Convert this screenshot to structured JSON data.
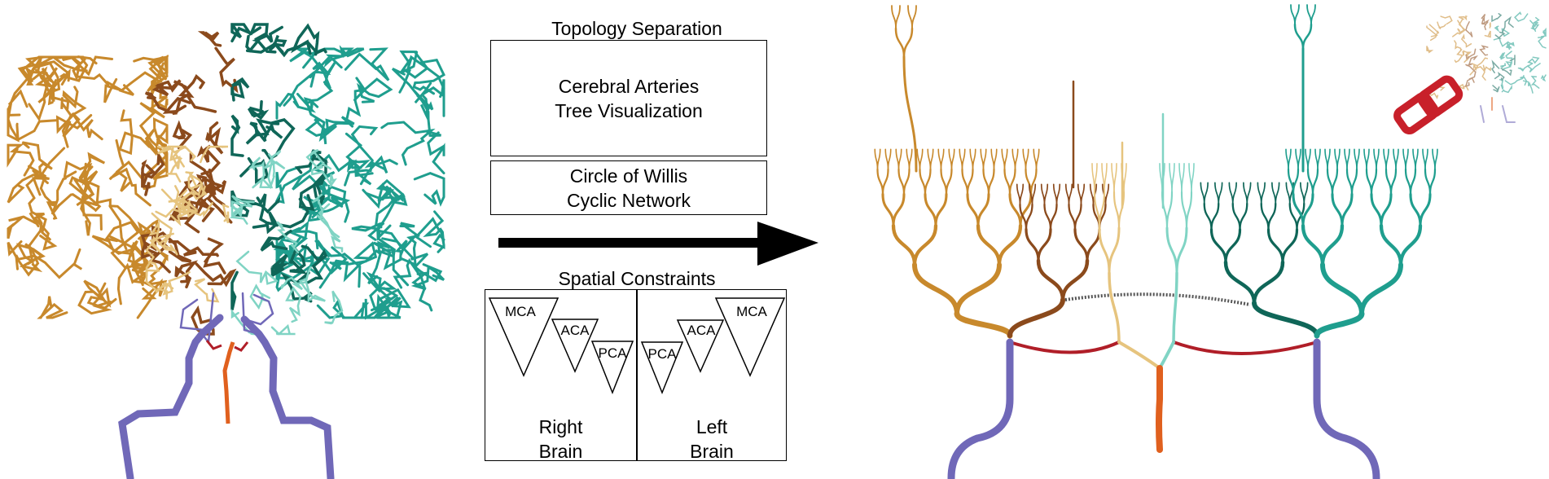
{
  "pipeline": {
    "topology_title": "Topology Separation",
    "box1_text": "Cerebral Arteries\nTree Visualization",
    "box2_text": "Circle of Willis\nCyclic Network",
    "spatial_title": "Spatial Constraints",
    "right_brain": {
      "caption": "Right\nBrain",
      "triangles": [
        "MCA",
        "ACA",
        "PCA"
      ]
    },
    "left_brain": {
      "caption": "Left\nBrain",
      "triangles": [
        "PCA",
        "ACA",
        "MCA"
      ]
    }
  },
  "colors": {
    "mca_right": "#c8892c",
    "aca_right": "#8b4a1c",
    "pca_right": "#e6c47e",
    "pca_left": "#80d4c4",
    "aca_left": "#0f6658",
    "mca_left": "#1f9e8e",
    "internal_carotid": "#7068b8",
    "basilar": "#e0601e",
    "communicating": "#b01e28",
    "link_icon": "#c8202a"
  },
  "icons": {
    "arrow": "right-arrow-icon",
    "link": "chain-link-icon",
    "thumbnail": "brain-vessel-thumbnail"
  }
}
